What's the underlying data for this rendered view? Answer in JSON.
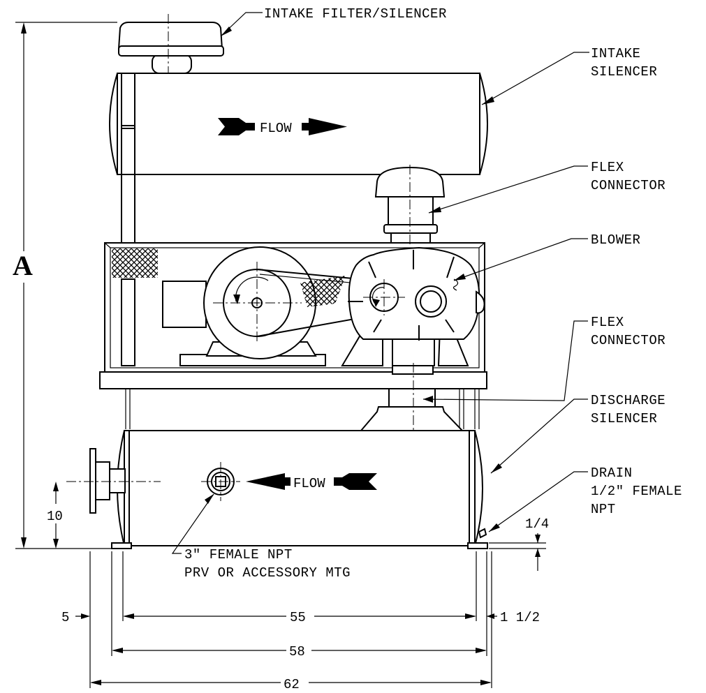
{
  "labels": {
    "intake_filter": "INTAKE FILTER/SILENCER",
    "intake_silencer_1": "INTAKE",
    "intake_silencer_2": "SILENCER",
    "flex_connector_top_1": "FLEX",
    "flex_connector_top_2": "CONNECTOR",
    "blower": "BLOWER",
    "flex_connector_bottom_1": "FLEX",
    "flex_connector_bottom_2": "CONNECTOR",
    "discharge_silencer_1": "DISCHARGE",
    "discharge_silencer_2": "SILENCER",
    "drain_1": "DRAIN",
    "drain_2": "1/2\" FEMALE",
    "drain_3": "NPT",
    "npt_1": "3\" FEMALE NPT",
    "npt_2": "PRV OR ACCESSORY MTG"
  },
  "flow": {
    "top": "FLOW",
    "bottom": "FLOW"
  },
  "dimensions": {
    "height": "A",
    "inlet_height": "10",
    "foot_offset": "1/4",
    "flange_offset": "5",
    "inner_span": "55",
    "right_offset": "1 1/2",
    "base_span": "58",
    "overall_span": "62"
  }
}
